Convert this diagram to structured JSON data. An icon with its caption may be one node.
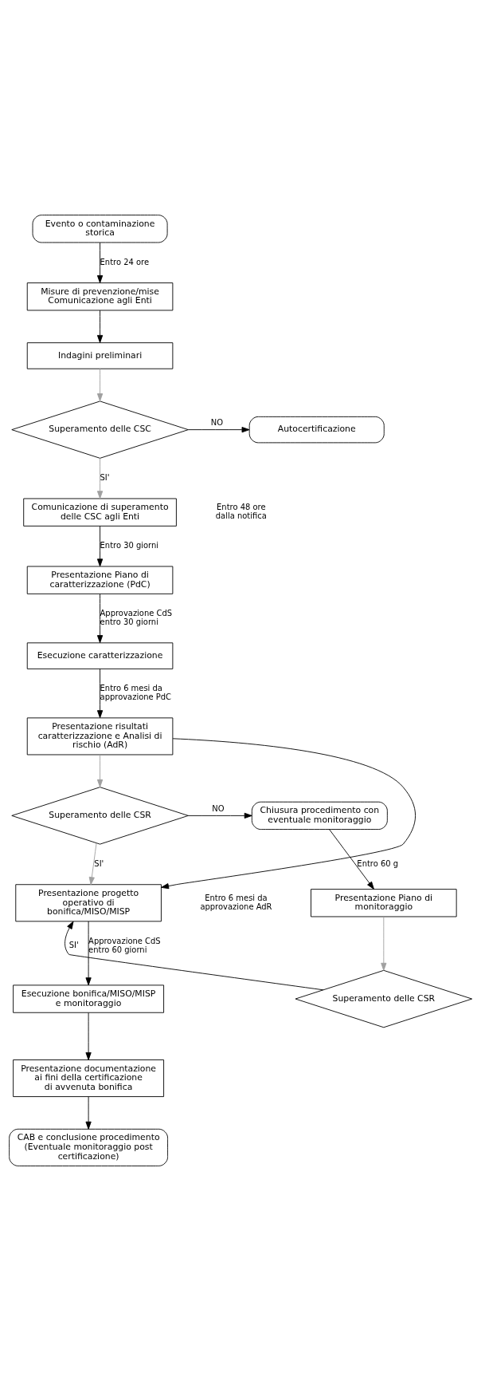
{
  "diagram": {
    "nodes": [
      {
        "text": [
          "Evento o contaminazione storica"
        ]
      },
      {
        "text": [
          "Misure di prevenzione/mise Comunicazione agli Enti"
        ]
      },
      {
        "text": [
          "Indagini preliminari"
        ]
      },
      {
        "text": [
          "Superamento delle CSC"
        ]
      },
      {
        "text": [
          "Autocertificazione"
        ]
      },
      {
        "text": [
          "Comunicazione di superamento delle CSC agli Enti"
        ]
      },
      {
        "text": [
          "Presentazione Piano di caratterizzazione (PdC)"
        ]
      },
      {
        "text": [
          "Esecuzione caratterizzazione"
        ]
      },
      {
        "text": [
          "Presentazione risultati caratterizzazione e Analisi di rischio (AdR)"
        ]
      },
      {
        "text": [
          "Superamento delle CSR"
        ]
      },
      {
        "text": [
          "Chiusura procedimento con eventuale monitoraggio"
        ]
      },
      {
        "text": [
          "Presentazione Piano di monitoraggio"
        ]
      },
      {
        "text": [
          "Superamento delle CSR"
        ]
      },
      {
        "text": [
          "Presentazione progetto operativo di bonifica/MISO/MISP"
        ]
      },
      {
        "text": [
          "Esecuzione bonifica/MISO/MISP e monitoraggio"
        ]
      },
      {
        "text": [
          "Presentazione documentazione ai fini della certificazione di avvenuta bonifica"
        ]
      },
      {
        "text": [
          "CAB e conclusione procedimento (Eventuale monitoraggio post certificazione)"
        ]
      }
    ],
    "edges": [
      {
        "from": 0,
        "to": 1,
        "arrow": "to",
        "label": "Entro 24 ore"
      },
      {
        "from": 1,
        "to": 2,
        "arrow": "to"
      },
      {
        "from": 2,
        "to": 3,
        "arrow": "to",
        "color": "#a0a0a0"
      },
      {
        "from": 3,
        "to": 4,
        "arrow": "to",
        "label": "NO"
      },
      {
        "from": 3,
        "to": 5,
        "arrow": "to",
        "label": "SI'",
        "color": "#a0a0a0"
      },
      {
        "from": 5,
        "to": 6,
        "arrow": "to",
        "label": "Entro 30 giorni"
      },
      {
        "from": 6,
        "to": 7,
        "arrow": "to",
        "label": "Approvazione CdS entro 30 giorni"
      },
      {
        "from": 7,
        "to": 8,
        "arrow": "to",
        "label": "Entro 6 mesi da approvazione PdC"
      },
      {
        "from": 8,
        "to": 9,
        "arrow": "to",
        "color": "#a0a0a0"
      },
      {
        "from": 9,
        "to": 10,
        "arrow": "to",
        "label": "NO"
      },
      {
        "from": 9,
        "to": 13,
        "arrow": "to",
        "label": "SI'",
        "color": "#a0a0a0"
      },
      {
        "from": 10,
        "to": 11,
        "arrow": "to",
        "label": "Entro 60 g"
      },
      {
        "from": 11,
        "to": 12,
        "arrow": "to",
        "color": "#a0a0a0"
      },
      {
        "from": 12,
        "to": 13,
        "arrow": "to",
        "label": "SI'"
      },
      {
        "from": 8,
        "to": 13,
        "arrow": "to"
      },
      {
        "from": 13,
        "to": 14,
        "arrow": "to",
        "label": "Approvazione CdS entro 60 giorni"
      },
      {
        "from": 14,
        "to": 15,
        "arrow": "to"
      },
      {
        "from": 15,
        "to": 16,
        "arrow": "to"
      }
    ],
    "labels": [
      "Entro 48 ore dalla notifica",
      "Entro 6 mesi da approvazione AdR"
    ]
  }
}
